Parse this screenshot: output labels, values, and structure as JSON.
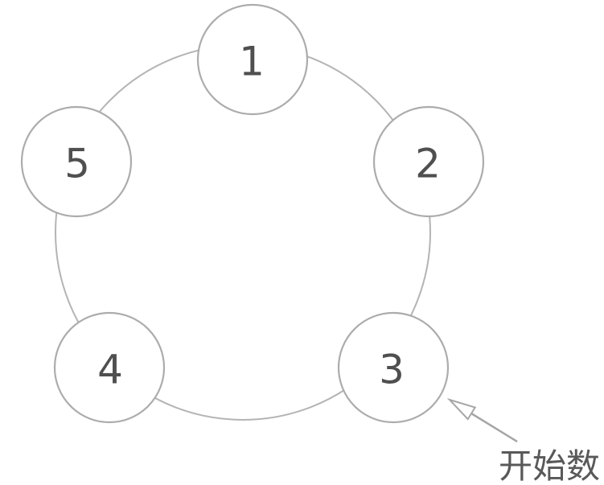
{
  "diagram": {
    "nodes": [
      {
        "label": "1"
      },
      {
        "label": "2"
      },
      {
        "label": "3"
      },
      {
        "label": "4"
      },
      {
        "label": "5"
      }
    ],
    "annotation": {
      "label": "开始数",
      "points_to_node_label": "3"
    }
  },
  "colors": {
    "background": "#ffffff",
    "ring_stroke": "#b4b4b4",
    "node_stroke": "#acacac",
    "node_fill": "#ffffff",
    "number_color": "#4f4f4f",
    "arrow_color": "#a6a6a6",
    "annotation_text_color": "#595959"
  }
}
